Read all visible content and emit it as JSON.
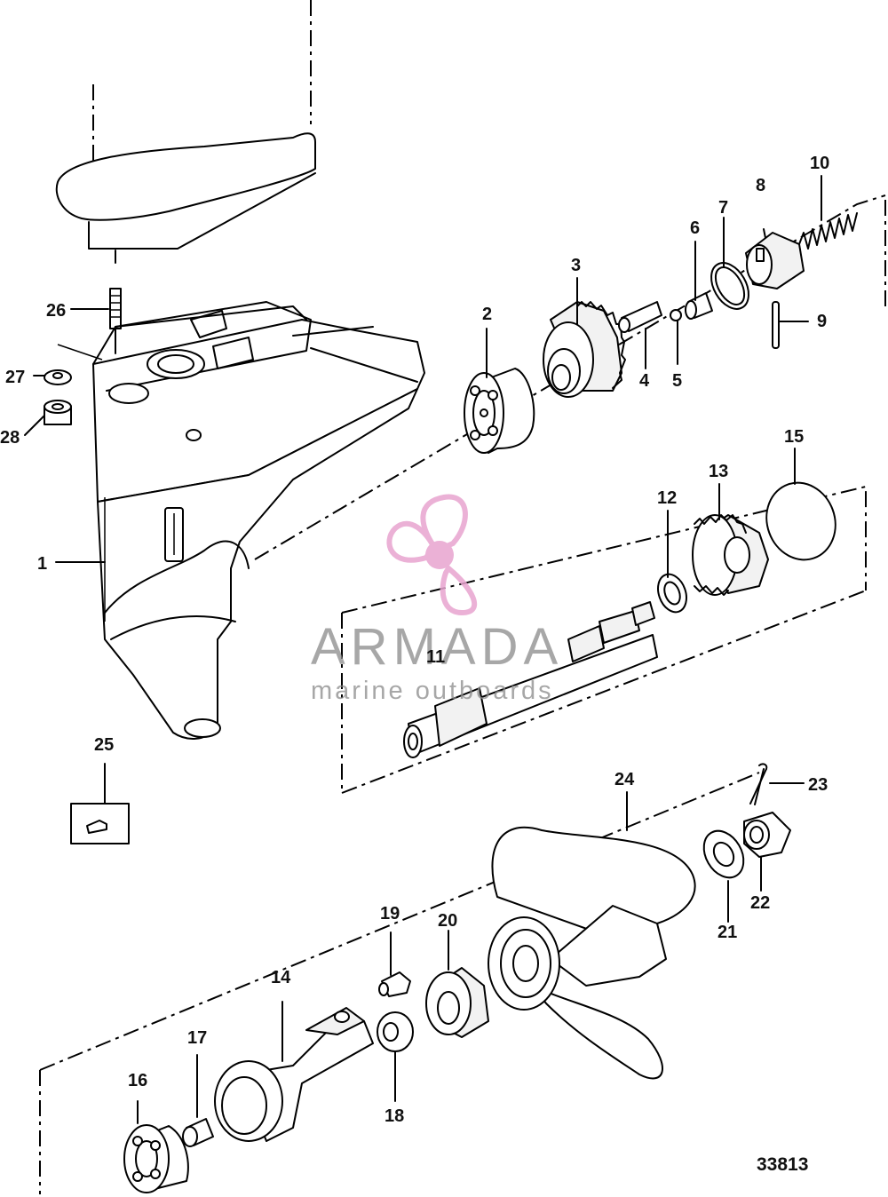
{
  "figure_number": "33813",
  "watermark": {
    "brand": "ARMADA",
    "tagline": "marine outboards",
    "logo_color": "#e8a4cf"
  },
  "callouts": [
    "1",
    "2",
    "3",
    "4",
    "5",
    "6",
    "7",
    "8",
    "9",
    "10",
    "11",
    "12",
    "13",
    "14",
    "15",
    "16",
    "17",
    "18",
    "19",
    "20",
    "21",
    "22",
    "23",
    "24",
    "25",
    "26",
    "27",
    "28"
  ]
}
